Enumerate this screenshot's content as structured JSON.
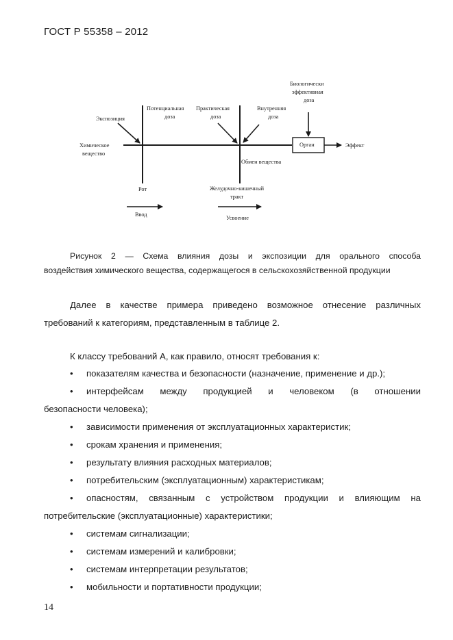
{
  "header": {
    "title": "ГОСТ Р 55358 – 2012"
  },
  "figure": {
    "labels": {
      "exposure": "Экспозиция",
      "potential_1": "Потенциальная",
      "potential_2": "доза",
      "practical_1": "Практическая",
      "practical_2": "доза",
      "internal_1": "Внутренняя",
      "internal_2": "доза",
      "bio_1": "Биологически",
      "bio_2": "эффективная",
      "bio_3": "доза",
      "chem_1": "Химическое",
      "chem_2": "вещество",
      "organ": "Орган",
      "effect": "Эффект",
      "metabolism": "Обмен вещества",
      "mouth": "Рот",
      "gi_1": "Желудочно-кишечный",
      "gi_2": "тракт",
      "intake": "Ввод",
      "absorption": "Усвоение"
    }
  },
  "caption": {
    "line1": "Рисунок 2 — Схема влияния дозы и экспозиции для орального способа",
    "line2": "воздействия химического вещества, содержащегося в сельскохозяйственной продукции"
  },
  "intro": {
    "line1": "Далее в качестве примера приведено возможное отнесение различных",
    "line2": "требований к категориям, представленным в таблице 2."
  },
  "class_a": {
    "text": "К классу требований А, как правило, относят требования к:"
  },
  "bullet_symbol": "•",
  "items": [
    {
      "text": "показателям качества и безопасности (назначение, применение и др.);"
    },
    {
      "line1": "интерфейсам между продукцией и человеком (в отношении",
      "line2": "безопасности человека);"
    },
    {
      "text": "зависимости применения от эксплуатационных характеристик;"
    },
    {
      "text": "срокам хранения и применения;"
    },
    {
      "text": "результату влияния расходных материалов;"
    },
    {
      "text": "потребительским (эксплуатационным) характеристикам;"
    },
    {
      "line1": "опасностям, связанным с устройством продукции и влияющим на",
      "line2": "потребительские (эксплуатационные) характеристики;"
    },
    {
      "text": "системам сигнализации;"
    },
    {
      "text": "системам измерений и калибровки;"
    },
    {
      "text": "системам интерпретации результатов;"
    },
    {
      "text": "мобильности и портативности продукции;"
    }
  ],
  "page_number": "14"
}
